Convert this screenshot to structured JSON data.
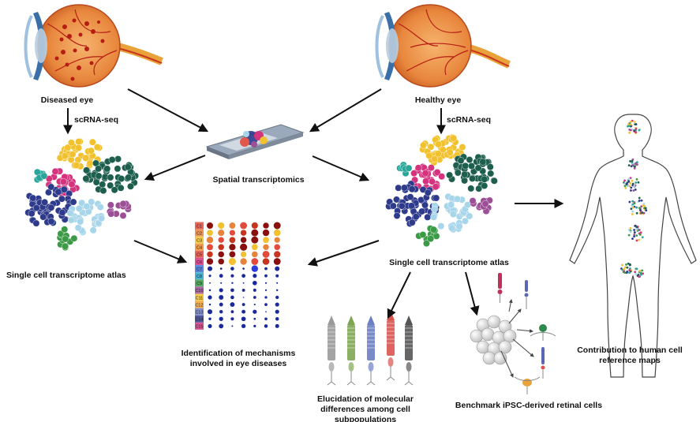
{
  "labels": {
    "diseased_eye": "Diseased eye",
    "healthy_eye": "Healthy eye",
    "scrnaseq_left": "scRNA-seq",
    "scrnaseq_right": "scRNA-seq",
    "spatial": "Spatial transcriptomics",
    "atlas_left": "Single cell transcriptome atlas",
    "atlas_right": "Single cell transcriptome atlas",
    "mechanisms": "Identification of mechanisms involved in eye diseases",
    "elucidation": "Elucidation of molecular differences among cell subpopulations",
    "benchmark": "Benchmark iPSC-derived retinal cells",
    "contribution": "Contribution to human cell reference maps"
  },
  "dotplot_rows": [
    "C1",
    "C2",
    "C3",
    "C4",
    "C5",
    "C6",
    "C7",
    "C8",
    "C9",
    "C10",
    "C11",
    "C12",
    "C13",
    "C14",
    "C15"
  ],
  "cluster_colors": [
    "#f2c12e",
    "#d6337f",
    "#1d5e4d",
    "#2e3a8c",
    "#a7d5ea",
    "#9c4f96",
    "#3a9a45",
    "#2aa59a"
  ],
  "cell_colors": [
    "#9a9a9a",
    "#7ea652",
    "#6c7ec4",
    "#d9534f",
    "#555555"
  ]
}
